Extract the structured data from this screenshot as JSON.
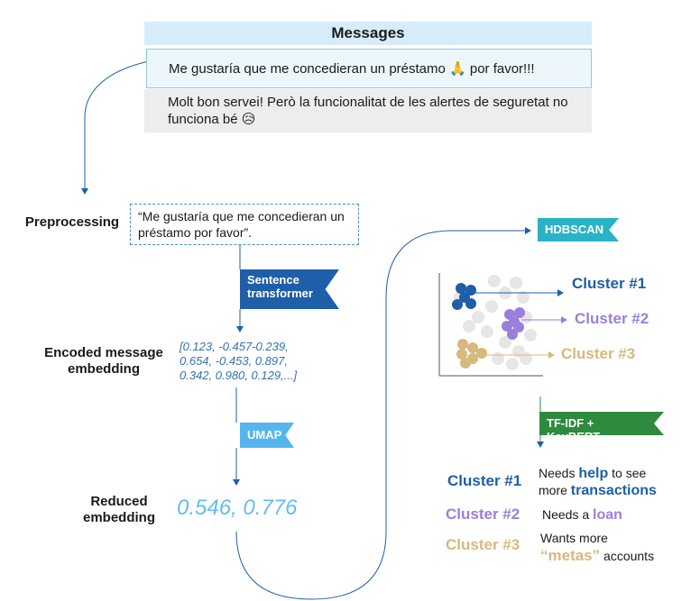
{
  "messages": {
    "header": "Messages",
    "row1": "Me gustaría que me concedieran un préstamo 🙏 por favor!!!",
    "row2": "Molt bon servei! Però la funcionalitat de les alertes de seguretat no funciona bé 😥"
  },
  "pipeline": {
    "preprocessing_label": "Preprocessing",
    "preprocessed_text": "“Me gustaría que me concedieran un préstamo por favor”.",
    "sentence_transformer": "Sentence transformer",
    "encoded_label": "Encoded message embedding",
    "encoded_vector": "[0.123, -0.457-0.239, 0.654, -0.453, 0.897, 0.342, 0.980, 0.129,...]",
    "umap": "UMAP",
    "reduced_label": "Reduced embedding",
    "reduced_vector": "0.546, 0.776",
    "hdbscan": "HDBSCAN",
    "tfidf": "TF-IDF + KeyBERT"
  },
  "clusters": [
    {
      "name": "Cluster #1",
      "color": "#1f5ea8"
    },
    {
      "name": "Cluster #2",
      "color": "#9a7fdd"
    },
    {
      "name": "Cluster #3",
      "color": "#d6b97c"
    }
  ],
  "results": [
    {
      "cluster": "Cluster #1",
      "color": "#1f5ea8",
      "prefix": "Needs",
      "keyword": "help",
      "middle": "to see",
      "line2_pre": "more",
      "keyword2": "transactions",
      "line2_post": ""
    },
    {
      "cluster": "Cluster #2",
      "color": "#9a7fdd",
      "prefix": "Needs a",
      "keyword": "loan"
    },
    {
      "cluster": "Cluster #3",
      "color": "#d6b97c",
      "prefix": "Wants more",
      "keyword": "“metas”",
      "suffix": "accounts"
    }
  ]
}
